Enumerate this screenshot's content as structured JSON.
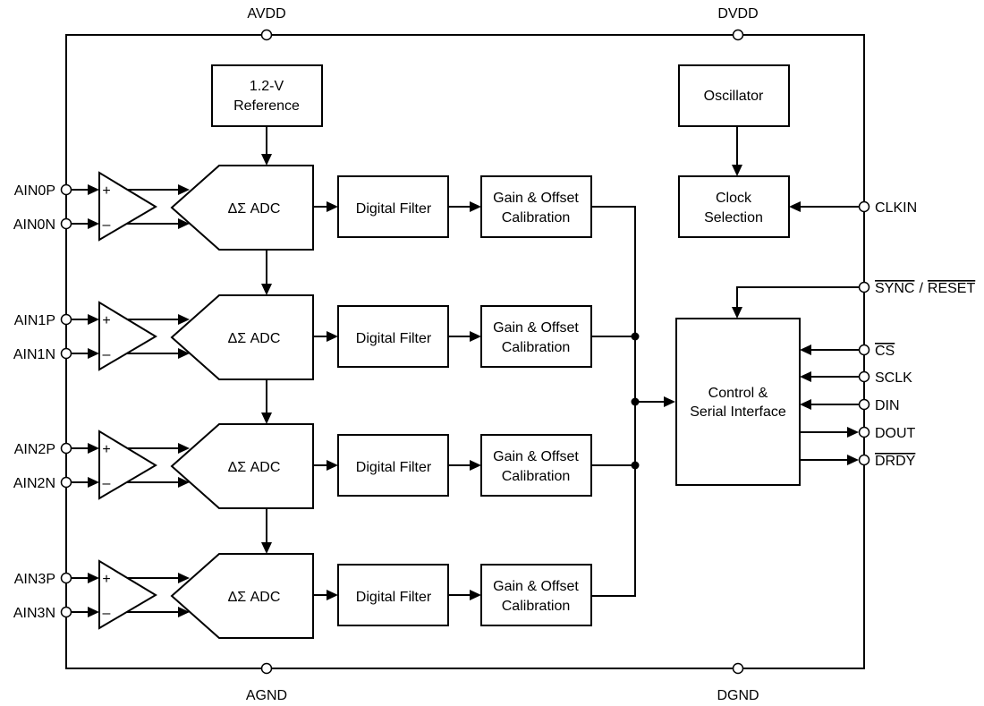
{
  "supply": {
    "avdd": "AVDD",
    "dvdd": "DVDD",
    "agnd": "AGND",
    "dgnd": "DGND"
  },
  "reference": {
    "line1": "1.2-V",
    "line2": "Reference"
  },
  "oscillator": "Oscillator",
  "clock_selection": {
    "line1": "Clock",
    "line2": "Selection"
  },
  "control": {
    "line1": "Control &",
    "line2": "Serial Interface"
  },
  "amp_signs": {
    "plus": "+",
    "minus": "–"
  },
  "channels": [
    {
      "pos": "AIN0P",
      "neg": "AIN0N",
      "adc": "ΔΣ ADC",
      "filter": "Digital Filter",
      "cal1": "Gain & Offset",
      "cal2": "Calibration"
    },
    {
      "pos": "AIN1P",
      "neg": "AIN1N",
      "adc": "ΔΣ ADC",
      "filter": "Digital Filter",
      "cal1": "Gain & Offset",
      "cal2": "Calibration"
    },
    {
      "pos": "AIN2P",
      "neg": "AIN2N",
      "adc": "ΔΣ ADC",
      "filter": "Digital Filter",
      "cal1": "Gain & Offset",
      "cal2": "Calibration"
    },
    {
      "pos": "AIN3P",
      "neg": "AIN3N",
      "adc": "ΔΣ ADC",
      "filter": "Digital Filter",
      "cal1": "Gain & Offset",
      "cal2": "Calibration"
    }
  ],
  "pins_right": {
    "clkin": "CLKIN",
    "sync": "SYNC",
    "slash": "/",
    "reset": "RESET",
    "cs": "CS",
    "sclk": "SCLK",
    "din": "DIN",
    "dout": "DOUT",
    "drdy": "DRDY"
  }
}
